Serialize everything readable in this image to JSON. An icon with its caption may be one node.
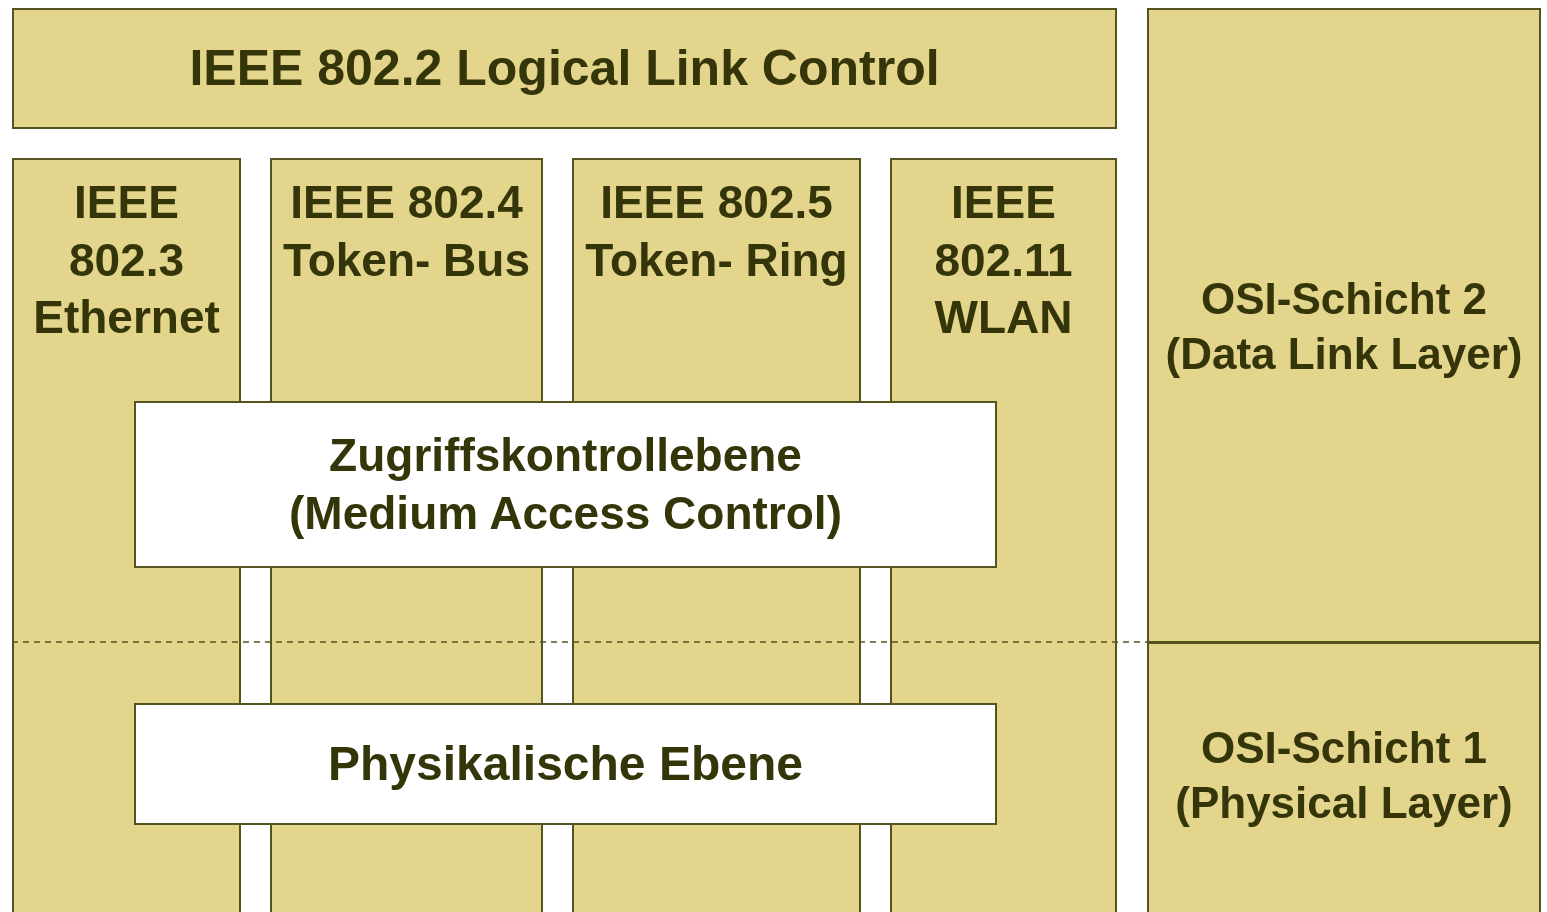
{
  "diagram": {
    "nodes": [
      {
        "text": [
          "IEEE 802.2 Logical Link Control"
        ]
      },
      {
        "text": [
          "IEEE 802.3 Ethernet"
        ]
      },
      {
        "text": [
          "IEEE 802.4 Token- Bus"
        ]
      },
      {
        "text": [
          "IEEE 802.5 Token- Ring"
        ]
      },
      {
        "text": [
          "IEEE 802.11 WLAN"
        ]
      },
      {
        "text": [
          "OSI-Schicht 2 (Data Link Layer)"
        ]
      },
      {
        "text": [
          "Zugriffskontrollebene (Medium Access Control)"
        ]
      },
      {
        "text": [
          "Physikalische Ebene"
        ]
      },
      {
        "text": [
          "OSI-Schicht 1 (Physical Layer)"
        ]
      }
    ],
    "edges": []
  }
}
